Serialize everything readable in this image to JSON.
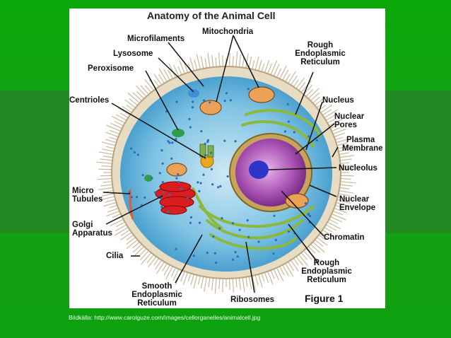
{
  "slide": {
    "caption": "Bildkälla: http://www.carolguze.com/images/cellorganelles/animalcell.jpg"
  },
  "diagram": {
    "title": "Anatomy of the Animal Cell",
    "figure_label": "Figure 1",
    "labels": {
      "microfilaments": "Microfilaments",
      "mitochondria": "Mitochondria",
      "lysosome": "Lysosome",
      "peroxisome": "Peroxisome",
      "rough_er_top_1": "Rough",
      "rough_er_top_2": "Endoplasmic",
      "rough_er_top_3": "Reticulum",
      "centrioles": "Centrioles",
      "nucleus": "Nucleus",
      "nuclear_pores_1": "Nuclear",
      "nuclear_pores_2": "Pores",
      "plasma_membrane_1": "Plasma",
      "plasma_membrane_2": "Membrane",
      "nucleolus": "Nucleolus",
      "micro_tubules_1": "Micro",
      "micro_tubules_2": "Tubules",
      "nuclear_envelope_1": "Nuclear",
      "nuclear_envelope_2": "Envelope",
      "golgi_1": "Golgi",
      "golgi_2": "Apparatus",
      "chromatin": "Chromatin",
      "cilia": "Cilia",
      "rough_er_bottom_1": "Rough",
      "rough_er_bottom_2": "Endoplasmic",
      "rough_er_bottom_3": "Reticulum",
      "smooth_er_1": "Smooth",
      "smooth_er_2": "Endoplasmic",
      "smooth_er_3": "Reticulum",
      "ribosomes": "Ribosomes"
    }
  }
}
